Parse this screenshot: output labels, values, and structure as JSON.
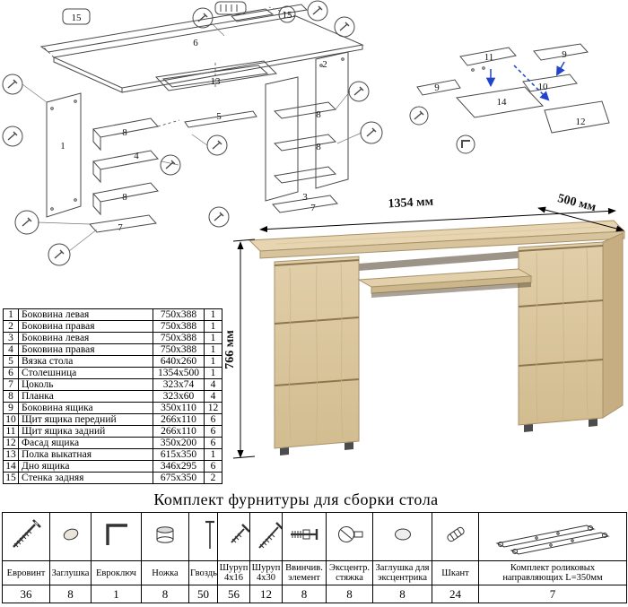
{
  "colors": {
    "wood": "#dcc8a2",
    "wood_dark": "#c6ae82",
    "diagram_line": "#4a4a4a",
    "arrow_blue": "#2244cc"
  },
  "main_diagram": {
    "labels": {
      "n15a": "15",
      "n15b": "15",
      "n6": "6",
      "n13": "13",
      "n1": "1",
      "n2": "2",
      "n3": "3",
      "n4": "4",
      "n5": "5",
      "n7a": "7",
      "n7b": "7",
      "n8a": "8",
      "n8b": "8",
      "n8c": "8",
      "n8d": "8"
    }
  },
  "drawer_diagram": {
    "labels": {
      "n9a": "9",
      "n9b": "9",
      "n10": "10",
      "n11": "11",
      "n12": "12",
      "n14": "14"
    }
  },
  "dimensions": {
    "width": "1354 мм",
    "depth": "500 мм",
    "height": "766 мм"
  },
  "parts": {
    "rows": [
      {
        "num": "1",
        "name": "Боковина левая",
        "size": "750x388",
        "qty": "1"
      },
      {
        "num": "2",
        "name": "Боковина правая",
        "size": "750x388",
        "qty": "1"
      },
      {
        "num": "3",
        "name": "Боковина левая",
        "size": "750x388",
        "qty": "1"
      },
      {
        "num": "4",
        "name": "Боковина правая",
        "size": "750x388",
        "qty": "1"
      },
      {
        "num": "5",
        "name": "Вязка стола",
        "size": "640x260",
        "qty": "1"
      },
      {
        "num": "6",
        "name": "Столешница",
        "size": "1354x500",
        "qty": "1"
      },
      {
        "num": "7",
        "name": "Цоколь",
        "size": "323x74",
        "qty": "4"
      },
      {
        "num": "8",
        "name": "Планка",
        "size": "323x60",
        "qty": "4"
      },
      {
        "num": "9",
        "name": "Боковина ящика",
        "size": "350x110",
        "qty": "12"
      },
      {
        "num": "10",
        "name": "Щит ящика передний",
        "size": "266x110",
        "qty": "6"
      },
      {
        "num": "11",
        "name": "Щит ящика задний",
        "size": "266x110",
        "qty": "6"
      },
      {
        "num": "12",
        "name": "Фасад ящика",
        "size": "350x200",
        "qty": "6"
      },
      {
        "num": "13",
        "name": "Полка выкатная",
        "size": "615x350",
        "qty": "1"
      },
      {
        "num": "14",
        "name": "Дно ящика",
        "size": "346x295",
        "qty": "6"
      },
      {
        "num": "15",
        "name": "Стенка задняя",
        "size": "675x350",
        "qty": "2"
      }
    ]
  },
  "hardware": {
    "title": "Комплект фурнитуры для сборки стола",
    "items": [
      {
        "label": "Евровинт",
        "qty": "36",
        "icon": "confirmat-screw-icon"
      },
      {
        "label": "Заглушка",
        "qty": "8",
        "icon": "cap-icon"
      },
      {
        "label": "Евроключ",
        "qty": "1",
        "icon": "hex-key-icon"
      },
      {
        "label": "Ножка",
        "qty": "8",
        "icon": "foot-icon"
      },
      {
        "label": "Гвоздь",
        "qty": "50",
        "icon": "nail-icon"
      },
      {
        "label": "Шуруп 4x16",
        "qty": "56",
        "icon": "screw-short-icon"
      },
      {
        "label": "Шуруп 4x30",
        "qty": "12",
        "icon": "screw-long-icon"
      },
      {
        "label": "Ввинчив. элемент",
        "qty": "8",
        "icon": "screw-in-element-icon"
      },
      {
        "label": "Эксцентр. стяжка",
        "qty": "8",
        "icon": "cam-lock-icon"
      },
      {
        "label": "Заглушка для эксцентрика",
        "qty": "8",
        "icon": "cam-cap-icon"
      },
      {
        "label": "Шкант",
        "qty": "24",
        "icon": "dowel-icon"
      },
      {
        "label": "Комплект роликовых направляющих L=350мм",
        "qty": "7",
        "icon": "drawer-slides-icon"
      }
    ]
  }
}
